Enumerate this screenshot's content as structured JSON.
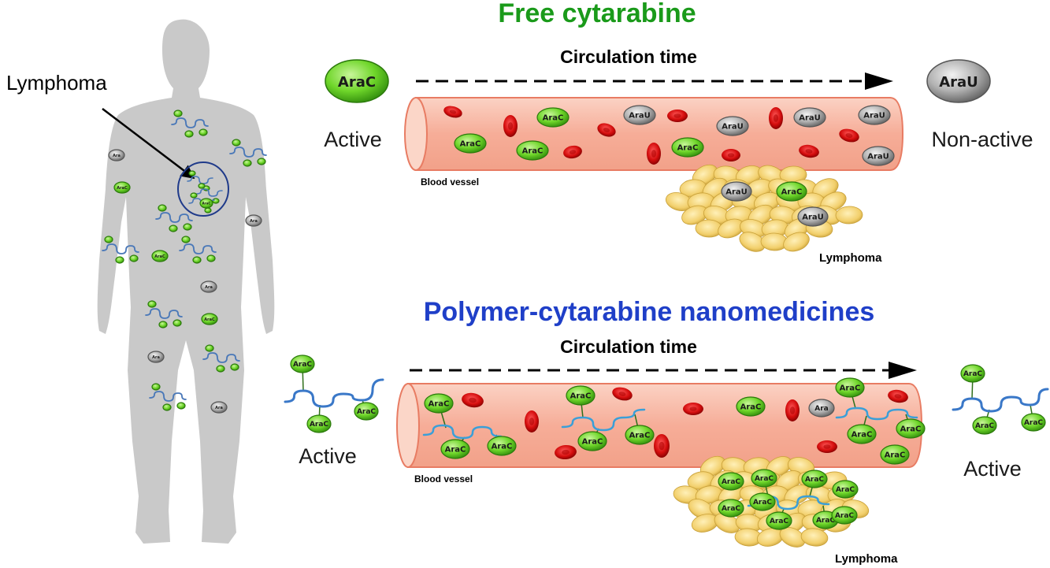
{
  "figure": {
    "body_label": "Lymphoma",
    "colors": {
      "free_title": "#1a9a1a",
      "poly_title": "#1f3fc8",
      "vessel_fill": "#f7b7a4",
      "vessel_stroke": "#e87c63",
      "rbc": "#d40d0d",
      "arac_fill": "#6fd62a",
      "arau_fill": "#b0b0b0",
      "lymph_cell": "#f2cf6b",
      "polymer": "#3a9fd8",
      "body": "#c9c9c9"
    },
    "free": {
      "title": "Free cytarabine",
      "circulation_label": "Circulation time",
      "left_drug": "AraC",
      "left_state": "Active",
      "right_drug": "AraU",
      "right_state": "Non-active",
      "vessel_label": "Blood vessel",
      "lymphoma_label": "Lymphoma"
    },
    "poly": {
      "title": "Polymer-cytarabine nanomedicines",
      "circulation_label": "Circulation time",
      "left_state": "Active",
      "right_state": "Active",
      "vessel_label": "Blood vessel",
      "lymphoma_label": "Lymphoma"
    },
    "drug_arac": "AraC",
    "drug_arau": "AraU",
    "drug_ara_short": "Ara"
  }
}
